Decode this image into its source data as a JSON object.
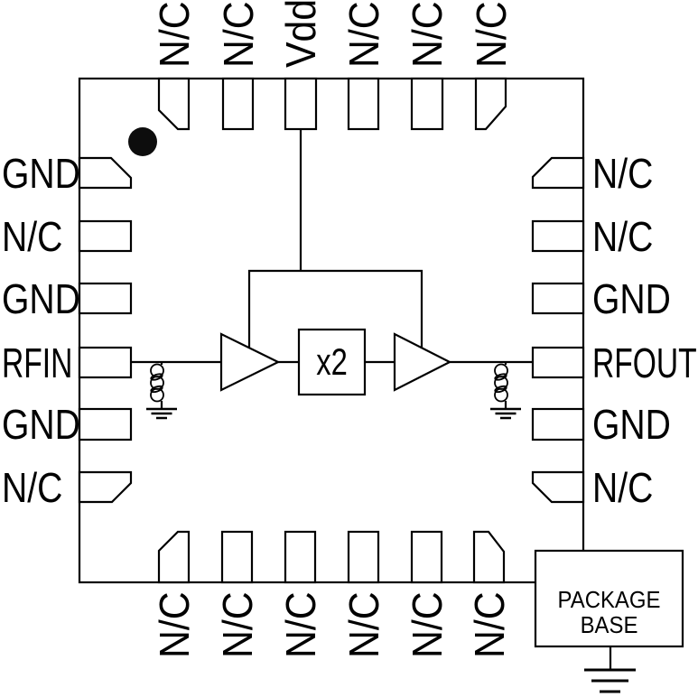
{
  "package": {
    "pins": {
      "top": [
        "N/C",
        "N/C",
        "Vdd",
        "N/C",
        "N/C",
        "N/C"
      ],
      "left": [
        "GND",
        "N/C",
        "GND",
        "RFIN",
        "GND",
        "N/C"
      ],
      "right": [
        "N/C",
        "N/C",
        "GND",
        "RFOUT",
        "GND",
        "N/C"
      ],
      "bottom": [
        "N/C",
        "N/C",
        "N/C",
        "N/C",
        "N/C",
        "N/C"
      ]
    },
    "base": {
      "line1": "PACKAGE",
      "line2": "BASE"
    }
  },
  "circuit": {
    "multiplier_label": "x2"
  },
  "icons": {
    "pin1-marker": "filled-circle",
    "amplifier": "right-pointing-triangle",
    "inductor": "coil-to-ground",
    "ground": "three-stacked-bars"
  },
  "colors": {
    "line": "#000000",
    "background": "#ffffff"
  }
}
